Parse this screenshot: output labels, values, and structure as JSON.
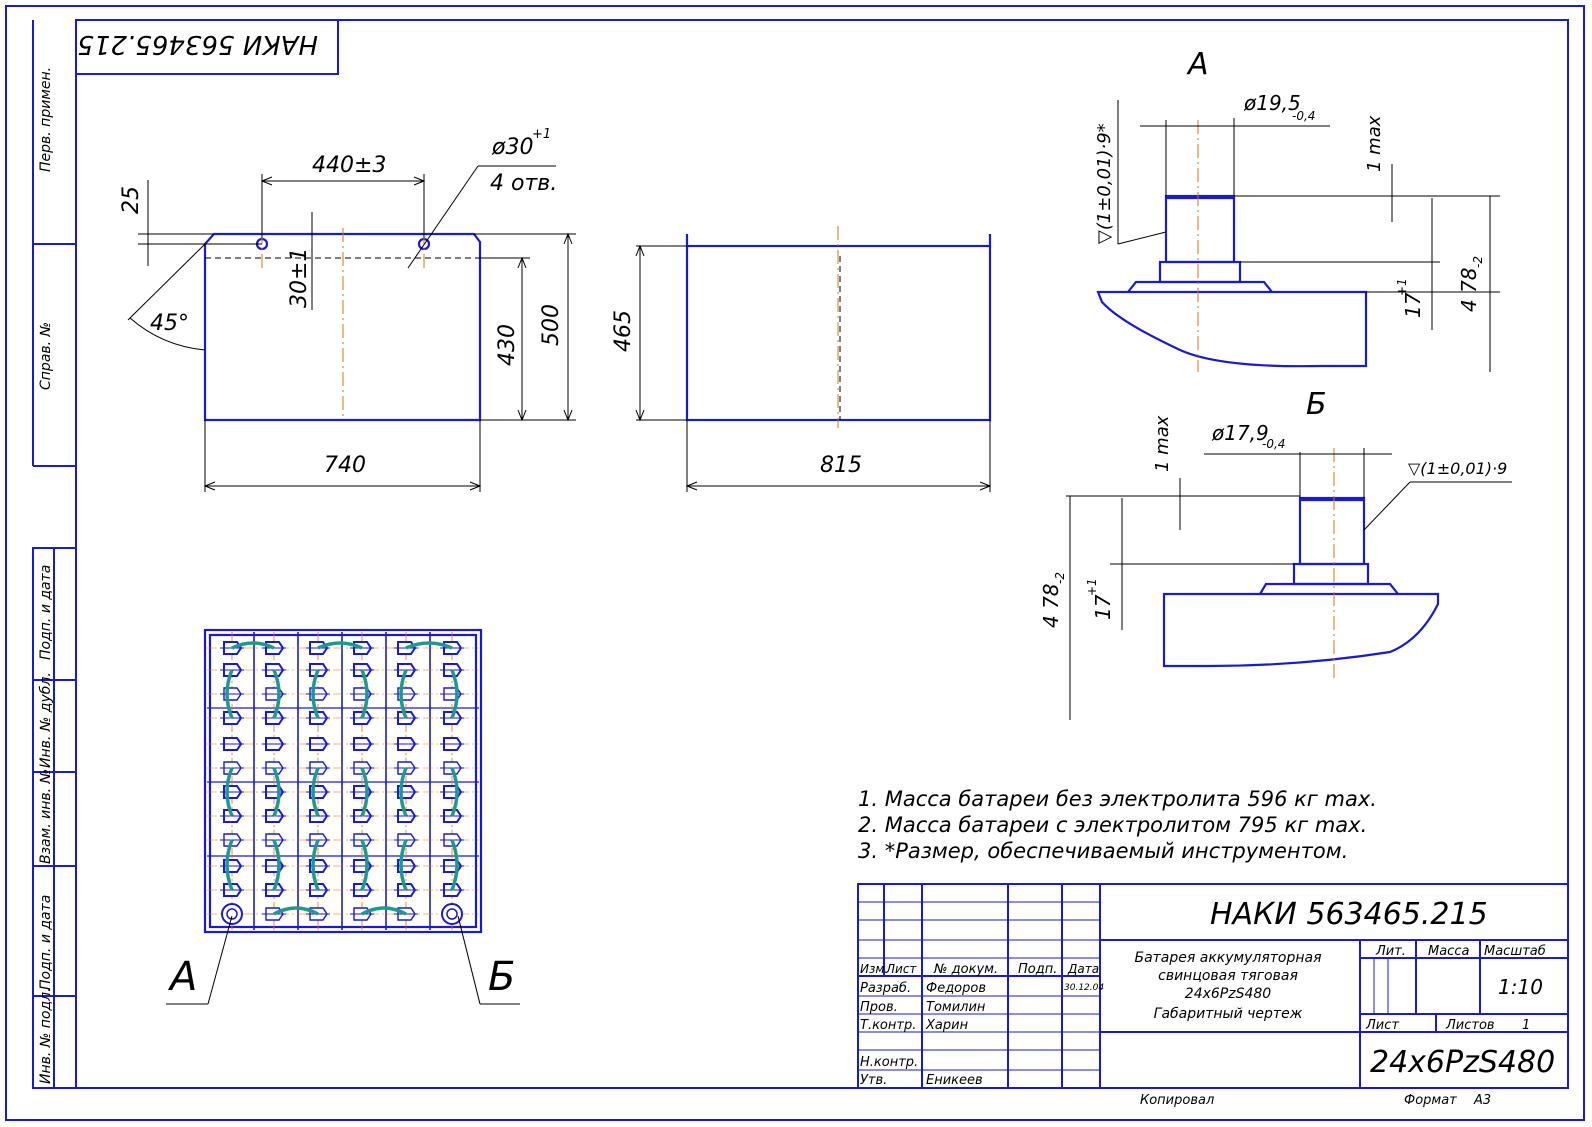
{
  "doc_number": "НАКИ 563465.215",
  "side_stamps": [
    "Перв. примен.",
    "Справ. №",
    "Подп. и дата",
    "Инв. № дубл.",
    "Взам. инв. №",
    "Подп. и дата",
    "Инв. № подл."
  ],
  "dims": {
    "d440": "440±3",
    "hole": "ø30",
    "hole_tol": "+1",
    "holes_count": "4 отв.",
    "d25": "25",
    "d30": "30±1",
    "angle": "45°",
    "d430": "430",
    "d500": "500",
    "d740": "740",
    "d465": "465",
    "d815": "815"
  },
  "view_a": {
    "label": "А",
    "dia": "ø19,5",
    "dia_tol": "-0,4",
    "rough": "▽(1±0,01)·9*",
    "max1": "1 max",
    "h17": "17",
    "h17_tol": "+1",
    "h478": "4 78",
    "h478_tol": "-2"
  },
  "view_b": {
    "label": "Б",
    "dia": "ø17,9",
    "dia_tol": "-0,4",
    "rough": "▽(1±0,01)·9",
    "max1": "1 max",
    "h17": "17",
    "h17_tol": "+1",
    "h478": "4 78",
    "h478_tol": "-2"
  },
  "callouts": {
    "a": "А",
    "b": "Б"
  },
  "notes": [
    "1. Масса батареи без электролита 596 кг max.",
    "2. Масса батареи с электролитом 795 кг max.",
    "3.  *Размер, обеспечиваемый инструментом."
  ],
  "title_block": {
    "doc_number": "НАКИ 563465.215",
    "head": {
      "izm": "Изм.",
      "list": "Лист",
      "ndoc": "№ докум.",
      "podp": "Подп.",
      "data": "Дата"
    },
    "rows": [
      {
        "role": "Разраб.",
        "name": "Федоров",
        "date": "30.12.04"
      },
      {
        "role": "Пров.",
        "name": "Томилин",
        "date": ""
      },
      {
        "role": "Т.контр.",
        "name": "Харин",
        "date": ""
      },
      {
        "role": "Н.контр.",
        "name": "",
        "date": ""
      },
      {
        "role": "Утв.",
        "name": "Еникеев",
        "date": ""
      }
    ],
    "title_lines": [
      "Батарея аккумуляторная",
      "свинцовая тяговая",
      "24x6PzS480",
      "Габаритный чертеж"
    ],
    "lit": "Лит.",
    "massa": "Масса",
    "masshtab": "Масштаб",
    "scale": "1:10",
    "list": "Лист",
    "listov": "Листов",
    "listov_val": "1",
    "designation": "24x6PzS480",
    "kopiroval": "Копировал",
    "format": "Формат",
    "format_val": "А3"
  }
}
